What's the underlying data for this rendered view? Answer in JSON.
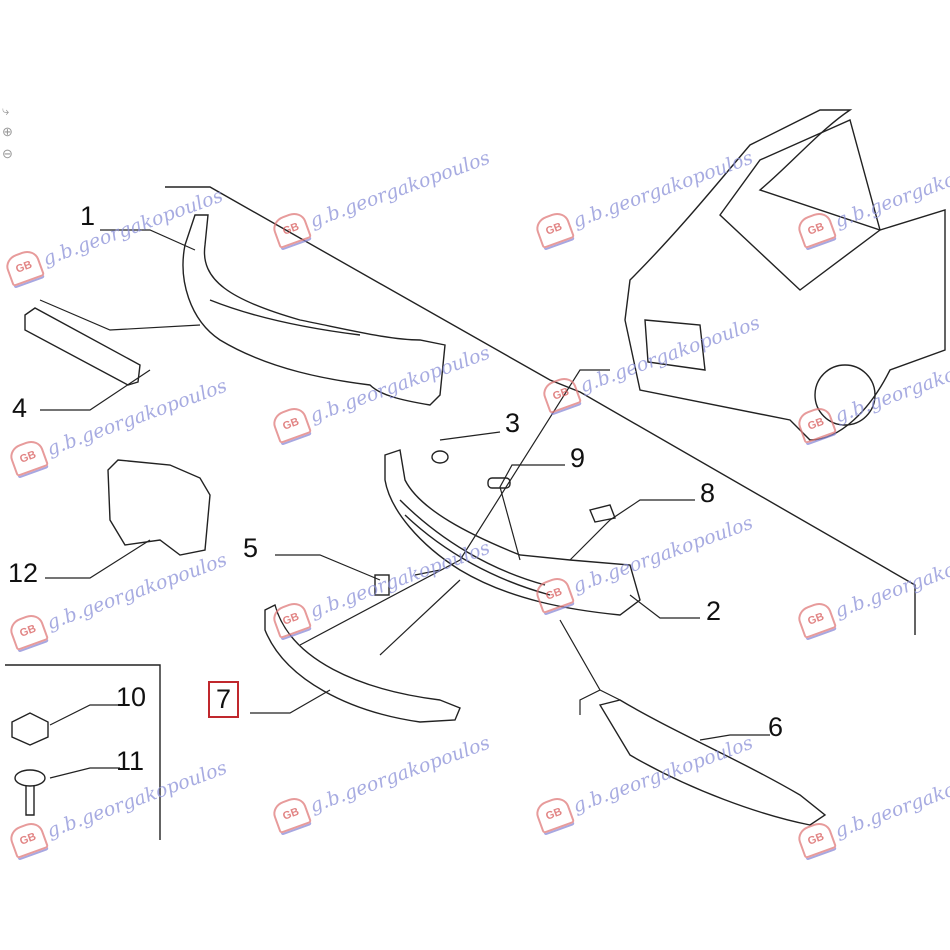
{
  "toolbar": {
    "fit_icon": "fit-to-screen-icon",
    "zoom_in_icon": "zoom-in-icon",
    "zoom_out_icon": "zoom-out-icon"
  },
  "watermark": {
    "text": "g.b.georgakopoulos",
    "logo": "GB"
  },
  "labels": {
    "p1": "1",
    "p2": "2",
    "p3": "3",
    "p4": "4",
    "p5": "5",
    "p6": "6",
    "p7": "7",
    "p8": "8",
    "p9": "9",
    "p10": "10",
    "p11": "11",
    "p12": "12"
  },
  "highlight_color": "#c0282d"
}
